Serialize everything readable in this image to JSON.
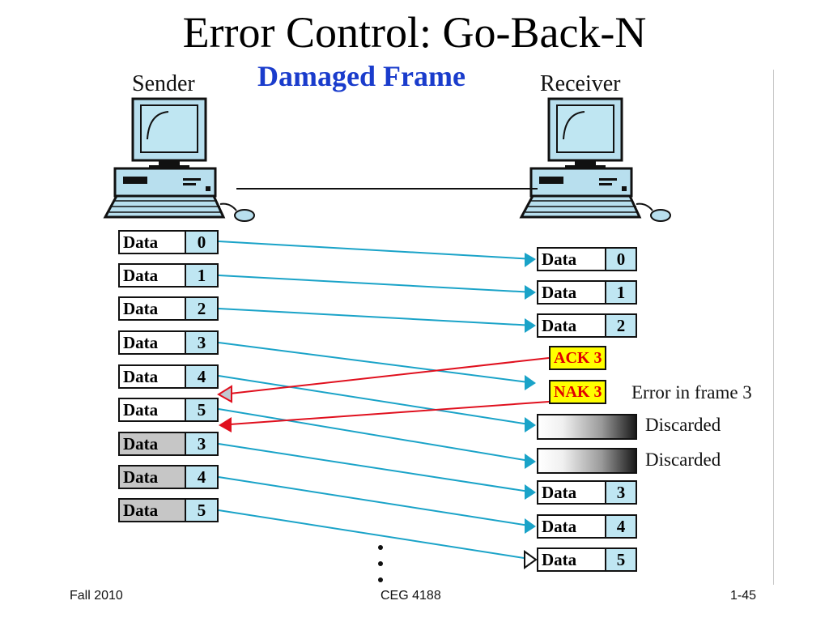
{
  "title": "Error Control: Go-Back-N",
  "subtitle": "Damaged Frame",
  "sender_label": "Sender",
  "receiver_label": "Receiver",
  "sender_frames": [
    {
      "data": "Data",
      "num": "0"
    },
    {
      "data": "Data",
      "num": "1"
    },
    {
      "data": "Data",
      "num": "2"
    },
    {
      "data": "Data",
      "num": "3"
    },
    {
      "data": "Data",
      "num": "4"
    },
    {
      "data": "Data",
      "num": "5"
    },
    {
      "data": "Data",
      "num": "3"
    },
    {
      "data": "Data",
      "num": "4"
    },
    {
      "data": "Data",
      "num": "5"
    }
  ],
  "receiver_frames": [
    {
      "data": "Data",
      "num": "0"
    },
    {
      "data": "Data",
      "num": "1"
    },
    {
      "data": "Data",
      "num": "2"
    },
    {
      "data": "Data",
      "num": "3"
    },
    {
      "data": "Data",
      "num": "4"
    },
    {
      "data": "Data",
      "num": "5"
    }
  ],
  "ack_label": "ACK 3",
  "nak_label": "NAK 3",
  "error_note": "Error in frame 3",
  "discarded_label": "Discarded",
  "footer": {
    "left": "Fall 2010",
    "center": "CEG 4188",
    "right": "1-45"
  },
  "colors": {
    "frame_arrow": "#1aa3c8",
    "control_arrow": "#e0101e",
    "subtitle": "#1a3ccc",
    "control_fill": "#ffff00",
    "number_fill": "#bfe6f2"
  }
}
